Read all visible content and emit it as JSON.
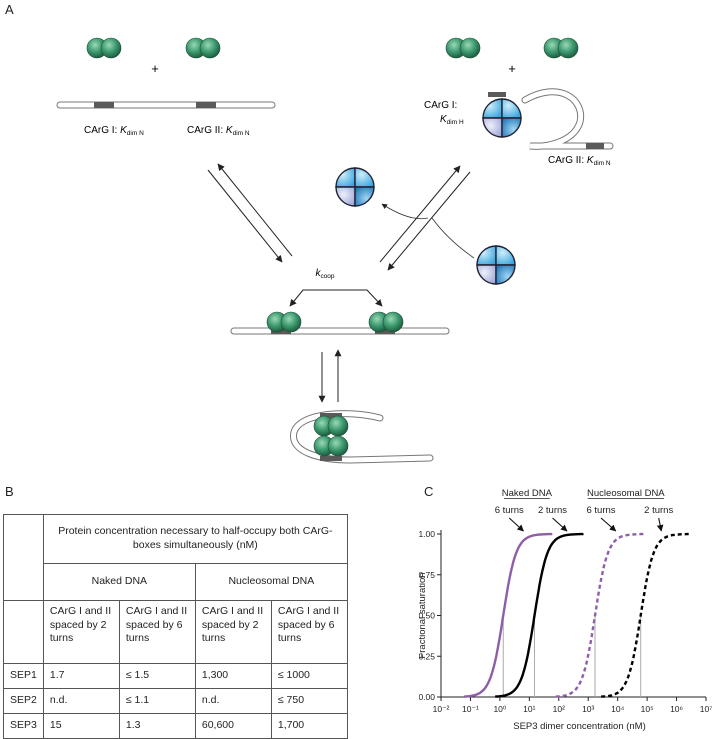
{
  "panels": {
    "a": "A",
    "b": "B",
    "c": "C"
  },
  "diagram": {
    "plus": "+",
    "carg1_naked": "CArG I: ",
    "carg2_naked": "CArG II: ",
    "k_symbol": "K",
    "k_sub_n": "dim N",
    "k_sub_h": "dim H",
    "carg1_nuc_line1": "CArG I:",
    "carg2_nuc": "CArG II: ",
    "kcoop_symbol": "k",
    "kcoop_sub": "coop"
  },
  "table": {
    "header": "Protein concentration necessary to half-occupy both CArG-boxes simultaneously (nM)",
    "groups": [
      "Naked DNA",
      "Nucleosomal DNA"
    ],
    "subheaders": [
      "CArG I and II spaced by 2 turns",
      "CArG I and II spaced by 6 turns",
      "CArG I and II spaced by 2 turns",
      "CArG I and II spaced by 6 turns"
    ],
    "rows": [
      {
        "label": "SEP1",
        "values": [
          "1.7",
          "≤ 1.5",
          "1,300",
          "≤ 1000"
        ]
      },
      {
        "label": "SEP2",
        "values": [
          "n.d.",
          "≤ 1.1",
          "n.d.",
          "≤ 750"
        ]
      },
      {
        "label": "SEP3",
        "values": [
          "15",
          "1.3",
          "60,600",
          "1,700"
        ]
      }
    ]
  },
  "chart_data": {
    "type": "line",
    "xlabel": "SEP3 dimer concentration (nM)",
    "ylabel": "Fractional saturation",
    "x_scale": "log",
    "xlim": [
      0.01,
      10000000
    ],
    "ylim": [
      0,
      1
    ],
    "x_ticks": [
      "10⁻²",
      "10⁻¹",
      "10⁰",
      "10¹",
      "10²",
      "10³",
      "10⁴",
      "10⁵",
      "10⁶",
      "10⁷"
    ],
    "y_ticks": [
      "0.00",
      "0.25",
      "0.50",
      "0.75",
      "1.00"
    ],
    "groups": [
      {
        "label": "Naked DNA",
        "labels": [
          "6 turns",
          "2 turns"
        ]
      },
      {
        "label": "Nucleosomal DNA",
        "labels": [
          "6 turns",
          "2 turns"
        ]
      }
    ],
    "series": [
      {
        "name": "6 turns",
        "group": "Naked DNA",
        "midpoint": 1.3,
        "color": "#8e5ea8",
        "dash": false
      },
      {
        "name": "2 turns",
        "group": "Naked DNA",
        "midpoint": 15,
        "color": "#000000",
        "dash": false
      },
      {
        "name": "6 turns",
        "group": "Nucleosomal DNA",
        "midpoint": 1700,
        "color": "#8e5ea8",
        "dash": true
      },
      {
        "name": "2 turns",
        "group": "Nucleosomal DNA",
        "midpoint": 60600,
        "color": "#000000",
        "dash": true
      }
    ],
    "hill": 2
  },
  "colors": {
    "protein_green": "#2e8b62",
    "histone_blue": "#3aa5de",
    "dna_band": "#5a5a5a"
  }
}
